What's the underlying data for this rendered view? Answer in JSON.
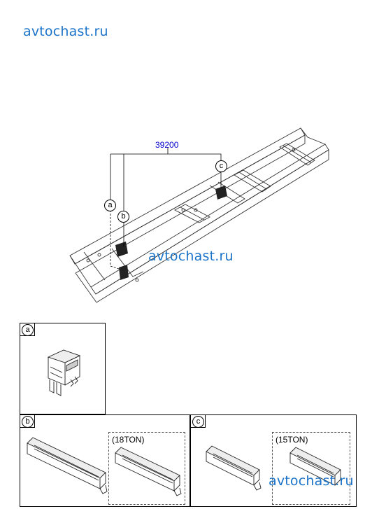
{
  "watermarks": [
    "avtochast.ru",
    "avtochast.ru",
    "avtochast.ru"
  ],
  "part_number": "39200",
  "callouts": {
    "a": "a",
    "b": "b",
    "c": "c"
  },
  "panels": {
    "a": {
      "label": "a"
    },
    "b": {
      "label": "b",
      "variant": "(18TON)"
    },
    "c": {
      "label": "c",
      "variant": "(15TON)"
    }
  }
}
